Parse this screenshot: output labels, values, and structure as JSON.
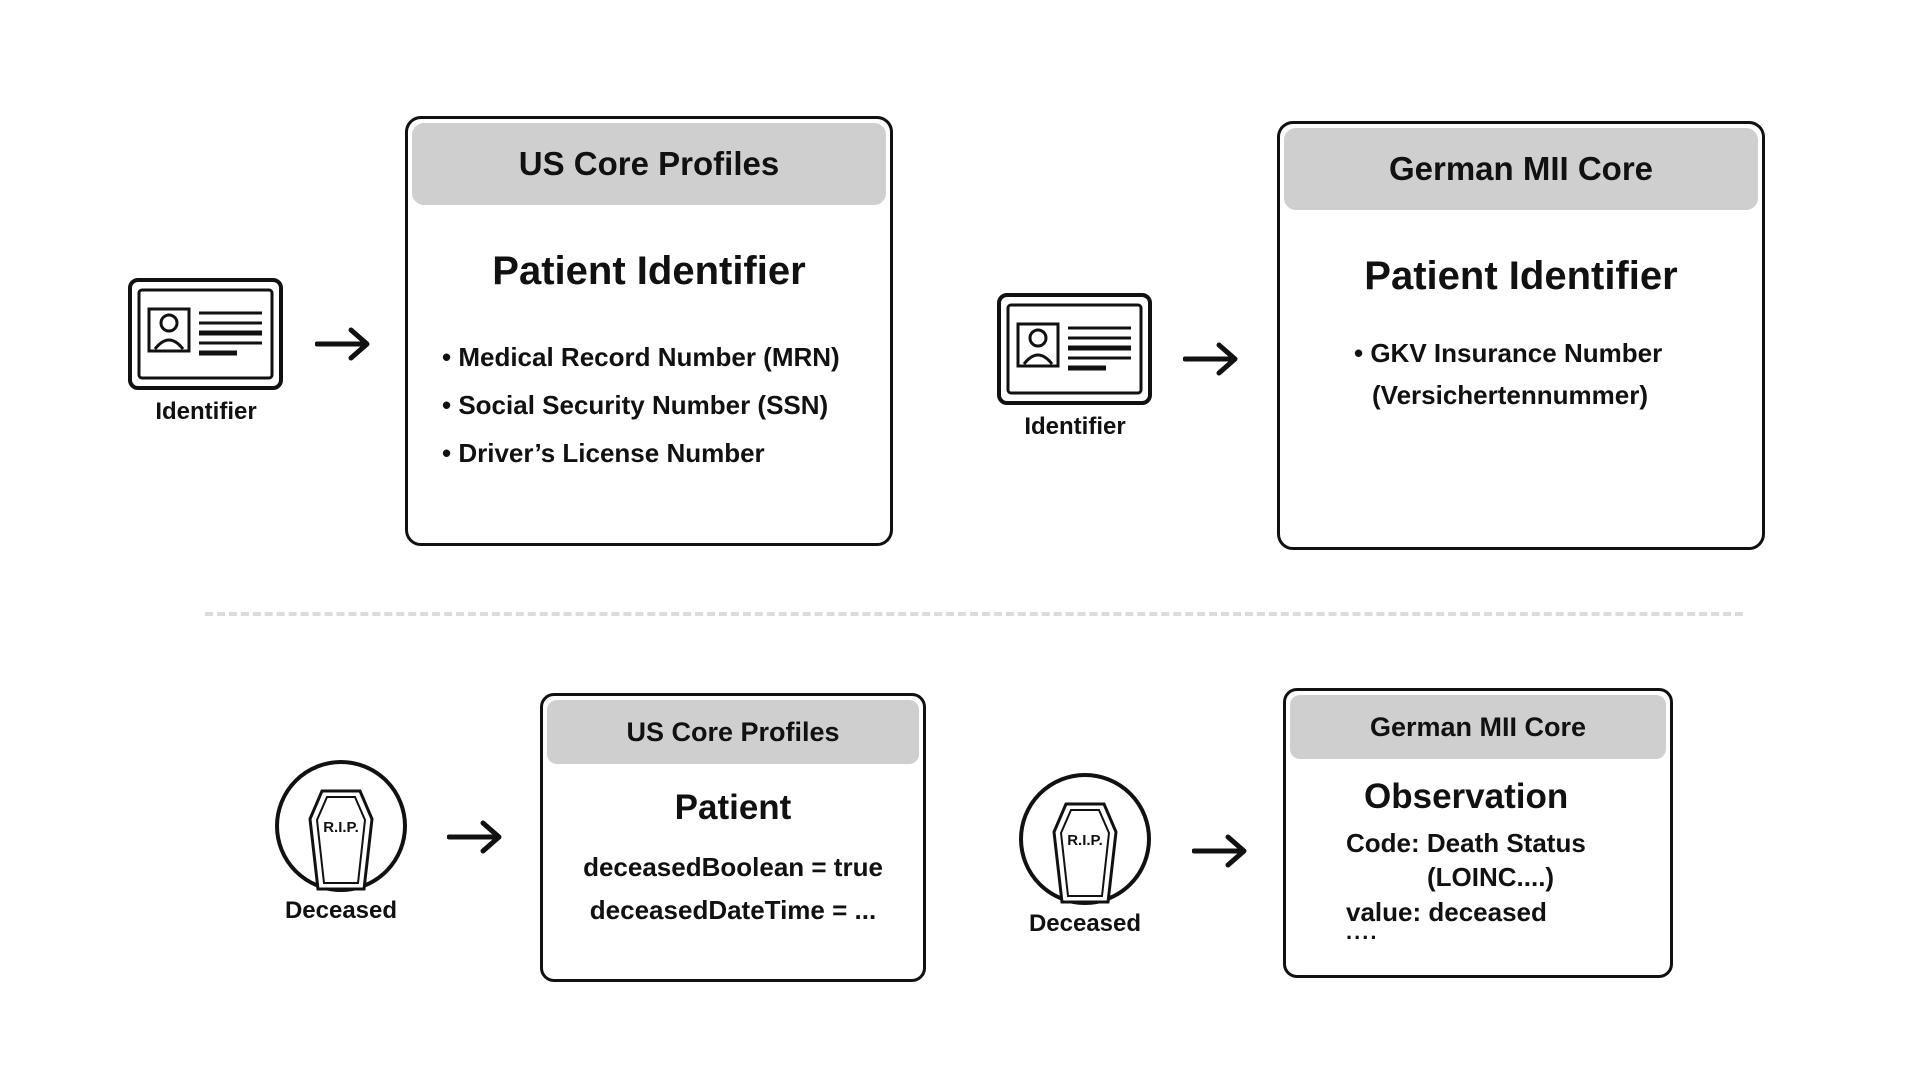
{
  "identifier_section": {
    "us": {
      "icon": "id-card-icon",
      "icon_label": "Identifier",
      "header": "US Core Profiles",
      "title": "Patient Identifier",
      "items": [
        "Medical Record Number (MRN)",
        "Social Security Number (SSN)",
        "Driver’s License Number"
      ]
    },
    "de": {
      "icon": "id-card-icon",
      "icon_label": "Identifier",
      "header": "German MII Core",
      "title": "Patient Identifier",
      "item_line1": "GKV Insurance Number",
      "item_line2": "(Versichertennummer)"
    }
  },
  "deceased_section": {
    "us": {
      "icon": "gravestone-icon",
      "icon_text": "R.I.P.",
      "icon_label": "Deceased",
      "header": "US Core Profiles",
      "title": "Patient",
      "line1": "deceasedBoolean = true",
      "line2": "deceasedDateTime = ..."
    },
    "de": {
      "icon": "gravestone-icon",
      "icon_text": "R.I.P.",
      "icon_label": "Deceased",
      "header": "German MII Core",
      "title": "Observation",
      "line1": "Code: Death Status",
      "line2": "(LOINC....)",
      "line3": "value: deceased",
      "line4": "...."
    }
  },
  "colors": {
    "header_fill": "#cfcfcf",
    "stroke": "#111111",
    "divider": "#dcdcdc"
  }
}
